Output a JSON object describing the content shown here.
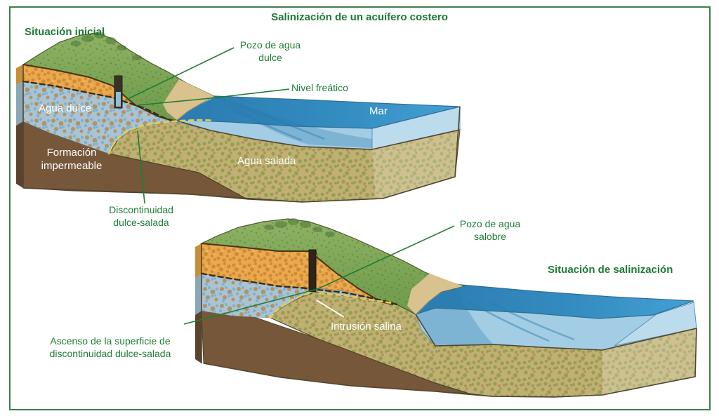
{
  "title": "Salinización de un acuífero costero",
  "colors": {
    "heading_green": "#1e7a34",
    "label_green": "#1f7d36",
    "frame_border": "#3e7d4c",
    "white": "#ffffff",
    "sea_blue": "#338bbf",
    "sea_front": "#a3cde4",
    "fresh_aquifer": "#aac4d3",
    "salt_aquifer": "#c1af73",
    "topsoil_orange": "#eaa94e",
    "impermeable_brown": "#76573a",
    "interface_yellow": "#e3cf4e",
    "water_table_brown": "#3c2c14"
  },
  "diagram_initial": {
    "heading": "Situación inicial",
    "labels": {
      "well": "Pozo de agua dulce",
      "water_table": "Nivel freático",
      "sea": "Mar",
      "fresh_water": "Agua dulce",
      "impermeable_formation": "Formación impermeable",
      "salt_water": "Agua salada",
      "interface": "Discontinuidad dulce-salada"
    }
  },
  "diagram_salinization": {
    "heading": "Situación de salinización",
    "labels": {
      "well": "Pozo de agua salobre",
      "saline_intrusion": "Intrusión salina",
      "interface_rise": "Ascenso de la superficie de discontinuidad dulce-salada"
    }
  }
}
